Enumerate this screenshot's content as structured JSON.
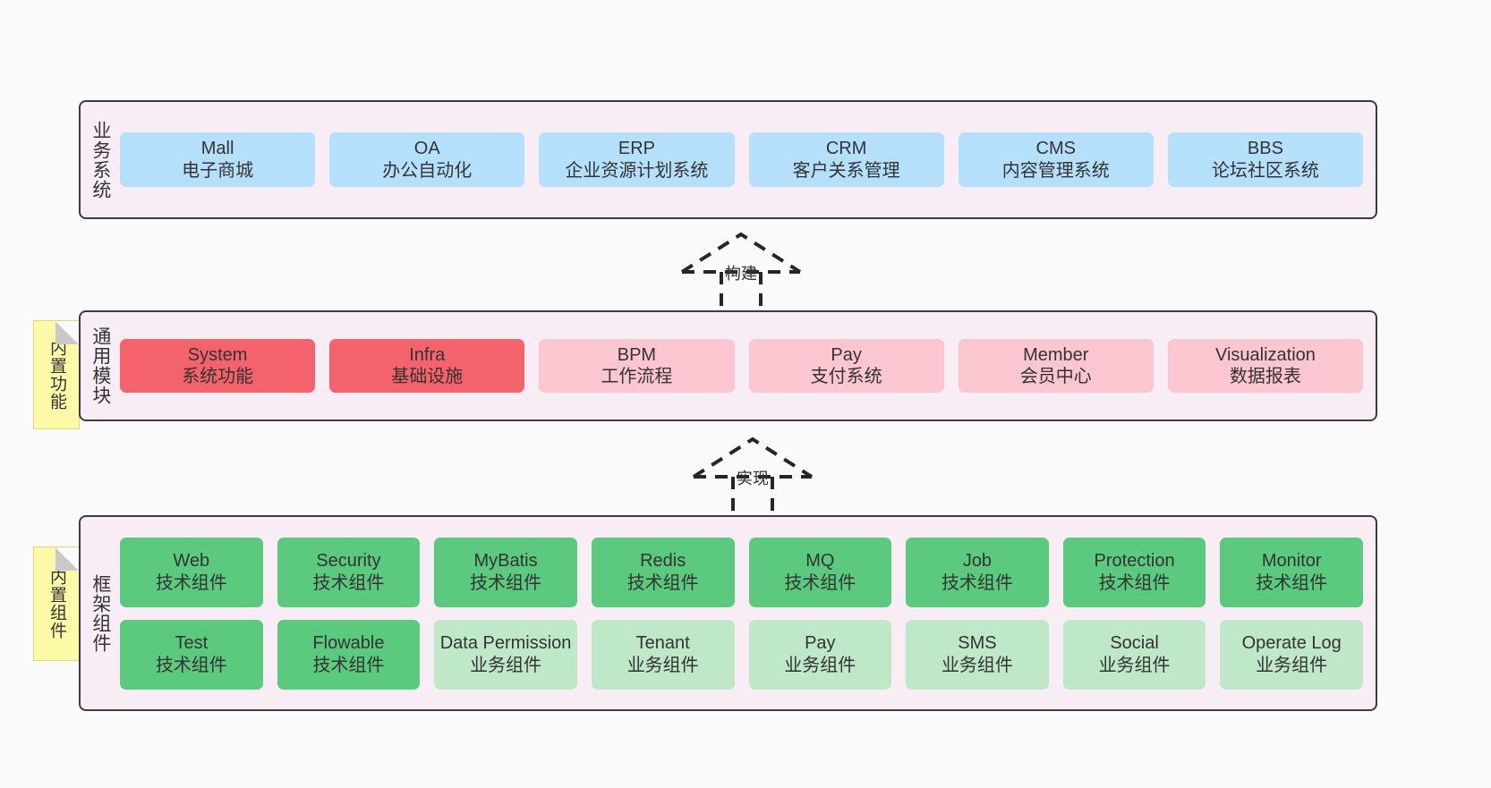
{
  "canvas": {
    "background": "#fafafa"
  },
  "palette": {
    "layer_fill": "#f8ecf5",
    "layer_border": "#3b3b47",
    "blue": "#b5e0fb",
    "red": "#f4636c",
    "pink": "#fbc6cf",
    "green": "#5bc97e",
    "light_green": "#bfe8c9",
    "note_yellow": "#fdfaa7",
    "text": "#333333"
  },
  "layers": [
    {
      "id": "business-systems",
      "title": "业务系统",
      "rows": [
        [
          {
            "name": "Mall",
            "sub": "电子商城",
            "color": "blue"
          },
          {
            "name": "OA",
            "sub": "办公自动化",
            "color": "blue"
          },
          {
            "name": "ERP",
            "sub": "企业资源计划系统",
            "color": "blue"
          },
          {
            "name": "CRM",
            "sub": "客户关系管理",
            "color": "blue"
          },
          {
            "name": "CMS",
            "sub": "内容管理系统",
            "color": "blue"
          },
          {
            "name": "BBS",
            "sub": "论坛社区系统",
            "color": "blue"
          }
        ]
      ]
    },
    {
      "id": "common-modules",
      "title": "通用模块",
      "note": "内置功能",
      "rows": [
        [
          {
            "name": "System",
            "sub": "系统功能",
            "color": "red"
          },
          {
            "name": "Infra",
            "sub": "基础设施",
            "color": "red"
          },
          {
            "name": "BPM",
            "sub": "工作流程",
            "color": "pink"
          },
          {
            "name": "Pay",
            "sub": "支付系统",
            "color": "pink"
          },
          {
            "name": "Member",
            "sub": "会员中心",
            "color": "pink"
          },
          {
            "name": "Visualization",
            "sub": "数据报表",
            "color": "pink"
          }
        ]
      ]
    },
    {
      "id": "framework-components",
      "title": "框架组件",
      "note": "内置组件",
      "rows": [
        [
          {
            "name": "Web",
            "sub": "技术组件",
            "color": "green"
          },
          {
            "name": "Security",
            "sub": "技术组件",
            "color": "green"
          },
          {
            "name": "MyBatis",
            "sub": "技术组件",
            "color": "green"
          },
          {
            "name": "Redis",
            "sub": "技术组件",
            "color": "green"
          },
          {
            "name": "MQ",
            "sub": "技术组件",
            "color": "green"
          },
          {
            "name": "Job",
            "sub": "技术组件",
            "color": "green"
          },
          {
            "name": "Protection",
            "sub": "技术组件",
            "color": "green"
          },
          {
            "name": "Monitor",
            "sub": "技术组件",
            "color": "green"
          }
        ],
        [
          {
            "name": "Test",
            "sub": "技术组件",
            "color": "green"
          },
          {
            "name": "Flowable",
            "sub": "技术组件",
            "color": "green"
          },
          {
            "name": "Data Permission",
            "sub": "业务组件",
            "color": "light_green"
          },
          {
            "name": "Tenant",
            "sub": "业务组件",
            "color": "light_green"
          },
          {
            "name": "Pay",
            "sub": "业务组件",
            "color": "light_green"
          },
          {
            "name": "SMS",
            "sub": "业务组件",
            "color": "light_green"
          },
          {
            "name": "Social",
            "sub": "业务组件",
            "color": "light_green"
          },
          {
            "name": "Operate Log",
            "sub": "业务组件",
            "color": "light_green"
          }
        ]
      ]
    }
  ],
  "connectors": [
    {
      "id": "build",
      "label": "构建",
      "from": "common-modules",
      "to": "business-systems"
    },
    {
      "id": "implement",
      "label": "实现",
      "from": "framework-components",
      "to": "common-modules"
    }
  ]
}
